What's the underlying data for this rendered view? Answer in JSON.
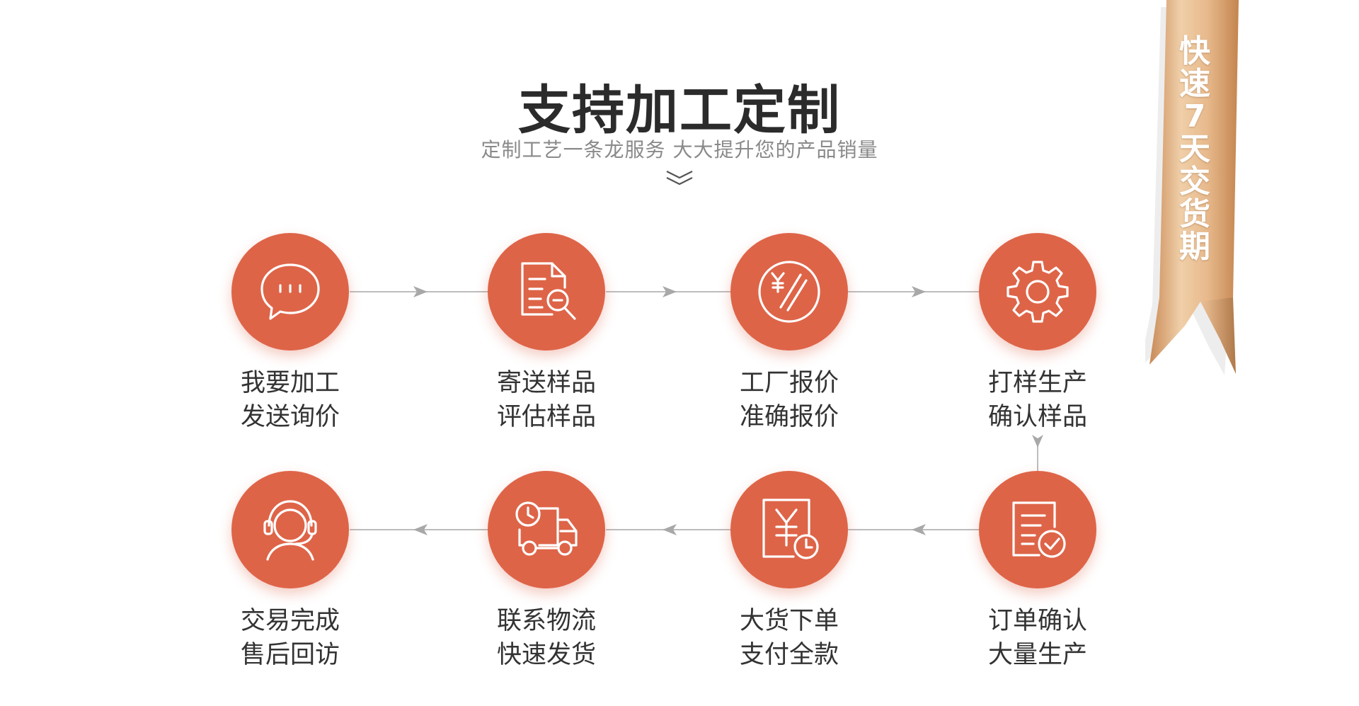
{
  "header": {
    "title": "支持加工定制",
    "subtitle": "定制工艺一条龙服务 大大提升您的产品销量"
  },
  "ribbon": {
    "text": "快速7天交货期"
  },
  "colors": {
    "accent": "#de6448",
    "title": "#2b2b2b",
    "subtitle": "#8a8a8a",
    "label": "#333333",
    "connector": "#bdbdbd",
    "ribbon_gold": "#d9a878"
  },
  "steps": [
    {
      "icon": "chat-bubble-icon",
      "line1": "我要加工",
      "line2": "发送询价"
    },
    {
      "icon": "document-search-icon",
      "line1": "寄送样品",
      "line2": "评估样品"
    },
    {
      "icon": "yuan-percent-icon",
      "line1": "工厂报价",
      "line2": "准确报价"
    },
    {
      "icon": "gear-icon",
      "line1": "打样生产",
      "line2": "确认样品"
    },
    {
      "icon": "document-check-icon",
      "line1": "订单确认",
      "line2": "大量生产"
    },
    {
      "icon": "yuan-bill-clock-icon",
      "line1": "大货下单",
      "line2": "支付全款"
    },
    {
      "icon": "delivery-truck-icon",
      "line1": "联系物流",
      "line2": "快速发货"
    },
    {
      "icon": "customer-service-icon",
      "line1": "交易完成",
      "line2": "售后回访"
    }
  ]
}
